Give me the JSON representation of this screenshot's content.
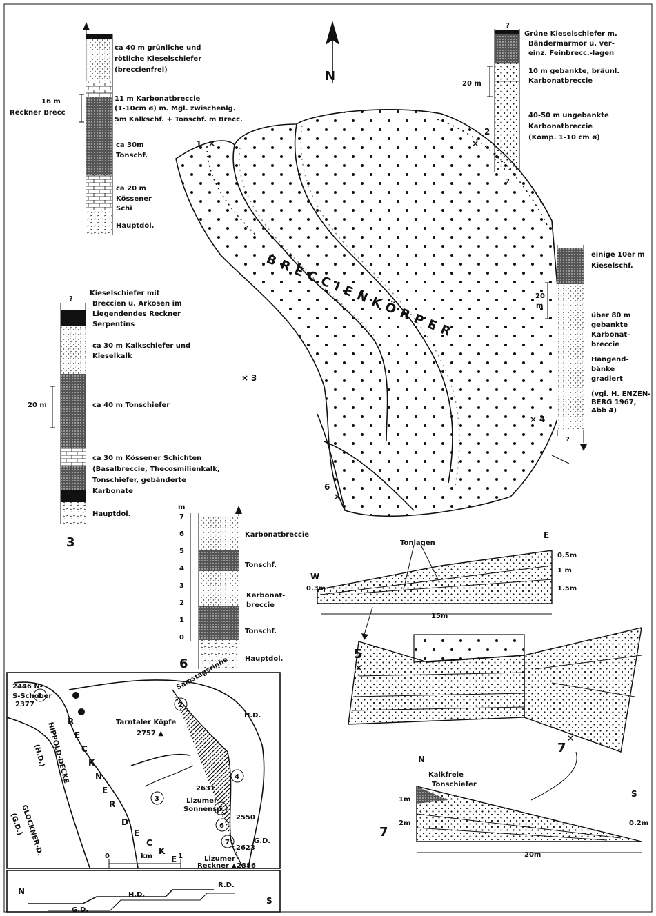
{
  "col1": {
    "lines": [
      "ca 40 m grünliche und",
      "rötliche Kieselschiefer",
      "(breccienfrei)",
      "11 m Karbonatbreccie",
      "(1-10cm ø) m. Mgl. zwischenlg.",
      "5m Kalkschf. + Tonschf. m Brecc.",
      "ca 30m",
      "Tonschf.",
      "ca 20 m",
      "Kössener",
      "Schi",
      "Hauptdol."
    ],
    "side_label_1": "16 m",
    "side_label_2": "Reckner Brecc"
  },
  "col2": {
    "lines": [
      "Grüne Kieselschiefer m.",
      "Bändermarmor u. ver-",
      "einz. Feinbrecc.-lagen",
      "10 m gebankte, bräunl.",
      "Karbonatbreccie",
      "40-50 m ungebankte",
      "Karbonatbreccie",
      "(Komp. 1-10 cm ø)"
    ],
    "scale": "20 m",
    "top_q": "?",
    "bot_q": "?"
  },
  "col3": {
    "lines": [
      "Kieselschiefer mit",
      "Breccien u. Arkosen im",
      "Liegendendes Reckner",
      "Serpentins",
      "ca 30 m Kalkschiefer und",
      "Kieselkalk",
      "ca 40 m Tonschiefer",
      "ca 30 m Kössener Schichten",
      "(Basalbreccie, Thecosmilienkalk,",
      "Tonschiefer, gebänderte",
      "Karbonate",
      "Hauptdol."
    ],
    "scale": "20 m",
    "number": "3",
    "top_q": "?"
  },
  "col4": {
    "lines": [
      "einige 10er m",
      "Kieselschf.",
      "über 80 m",
      "gebankte",
      "Karbonat-",
      "breccie",
      "Hangend-",
      "bänke",
      "gradiert",
      "(vgl. H. ENZEN-",
      "BERG 1967,",
      "Abb 4)"
    ],
    "scale_a": "20",
    "scale_b": "m",
    "bot_q": "?"
  },
  "col6": {
    "unit": "m",
    "ticks": [
      "7",
      "6",
      "5",
      "4",
      "3",
      "2",
      "1",
      "0"
    ],
    "lines": [
      "Karbonatbreccie",
      "Tonschf.",
      "Karbonat-",
      "breccie",
      "Tonschf.",
      "Hauptdol."
    ],
    "number": "6"
  },
  "main": {
    "north": "N",
    "title": "BRECCIENKÖRPER",
    "loc1": "1",
    "loc2": "2",
    "loc3": "3",
    "loc4": "4",
    "loc6": "6"
  },
  "profile_we": {
    "W": "W",
    "E": "E",
    "tonlagen": "Tonlagen",
    "left_thk": "0.3m",
    "r1": "0.5m",
    "r2": "1 m",
    "r3": "1.5m",
    "width": "15m"
  },
  "block": {
    "loc5": "5",
    "loc7": "7"
  },
  "profile_ns": {
    "N": "N",
    "S": "S",
    "note1": "Kalkfreie",
    "note2": "Tonschiefer",
    "l1": "1m",
    "l2": "2m",
    "r": "0.2m",
    "width": "20m",
    "number": "7"
  },
  "map": {
    "top_n": "2446 N-",
    "s_schober": "S-Schober",
    "alt_2377": "2377",
    "reckner_decke": [
      "R",
      "E",
      "C",
      "K",
      "N",
      "E",
      "R",
      "D",
      "E",
      "C",
      "K",
      "E"
    ],
    "hippold": "HIPPOLD-DECKE",
    "hd_paren": "(H.D.)",
    "glockner": "GLOCKNER-D.",
    "gd_paren": "(G.D.)",
    "samstagsrinne": "Samstagsrinne",
    "tarntaler": "Tarntaler Köpfe",
    "alt_2757": "2757 ▲",
    "hd": "H.D.",
    "alt_2631": "2631",
    "lizumer_s1": "Lizumer",
    "lizumer_s2": "Sonnensp.",
    "alt_2550": "2550",
    "alt_2623": "2623",
    "lizumer_r1": "Lizumer",
    "lizumer_r2": "Reckner ▲2886",
    "gd": "G.D.",
    "scale_0": "0",
    "scale_km": "km",
    "scale_1": "1",
    "circles": [
      "1",
      "2",
      "3",
      "4",
      "5",
      "6",
      "7"
    ]
  },
  "section": {
    "N": "N",
    "S": "S",
    "gd": "G.D.",
    "hd": "H.D.",
    "rd": "R.D."
  }
}
